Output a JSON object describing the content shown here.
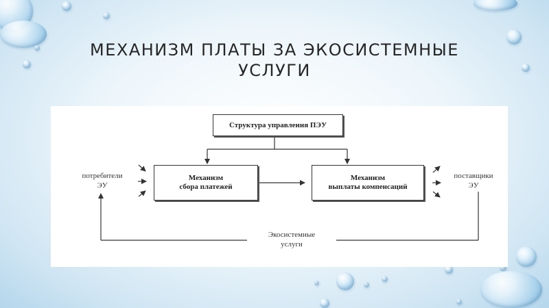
{
  "slide": {
    "title": "Механизм платы за экосистемные услуги"
  },
  "diagram": {
    "top_box": "Структура управления ПЭУ",
    "left_box": "Механизм\nсбора платежей",
    "right_box": "Механизм\nвыплаты компенсаций",
    "consumers": "потребители\nЭУ",
    "suppliers": "поставщики\nЭУ",
    "services": "Экосистемные\nуслуги"
  }
}
